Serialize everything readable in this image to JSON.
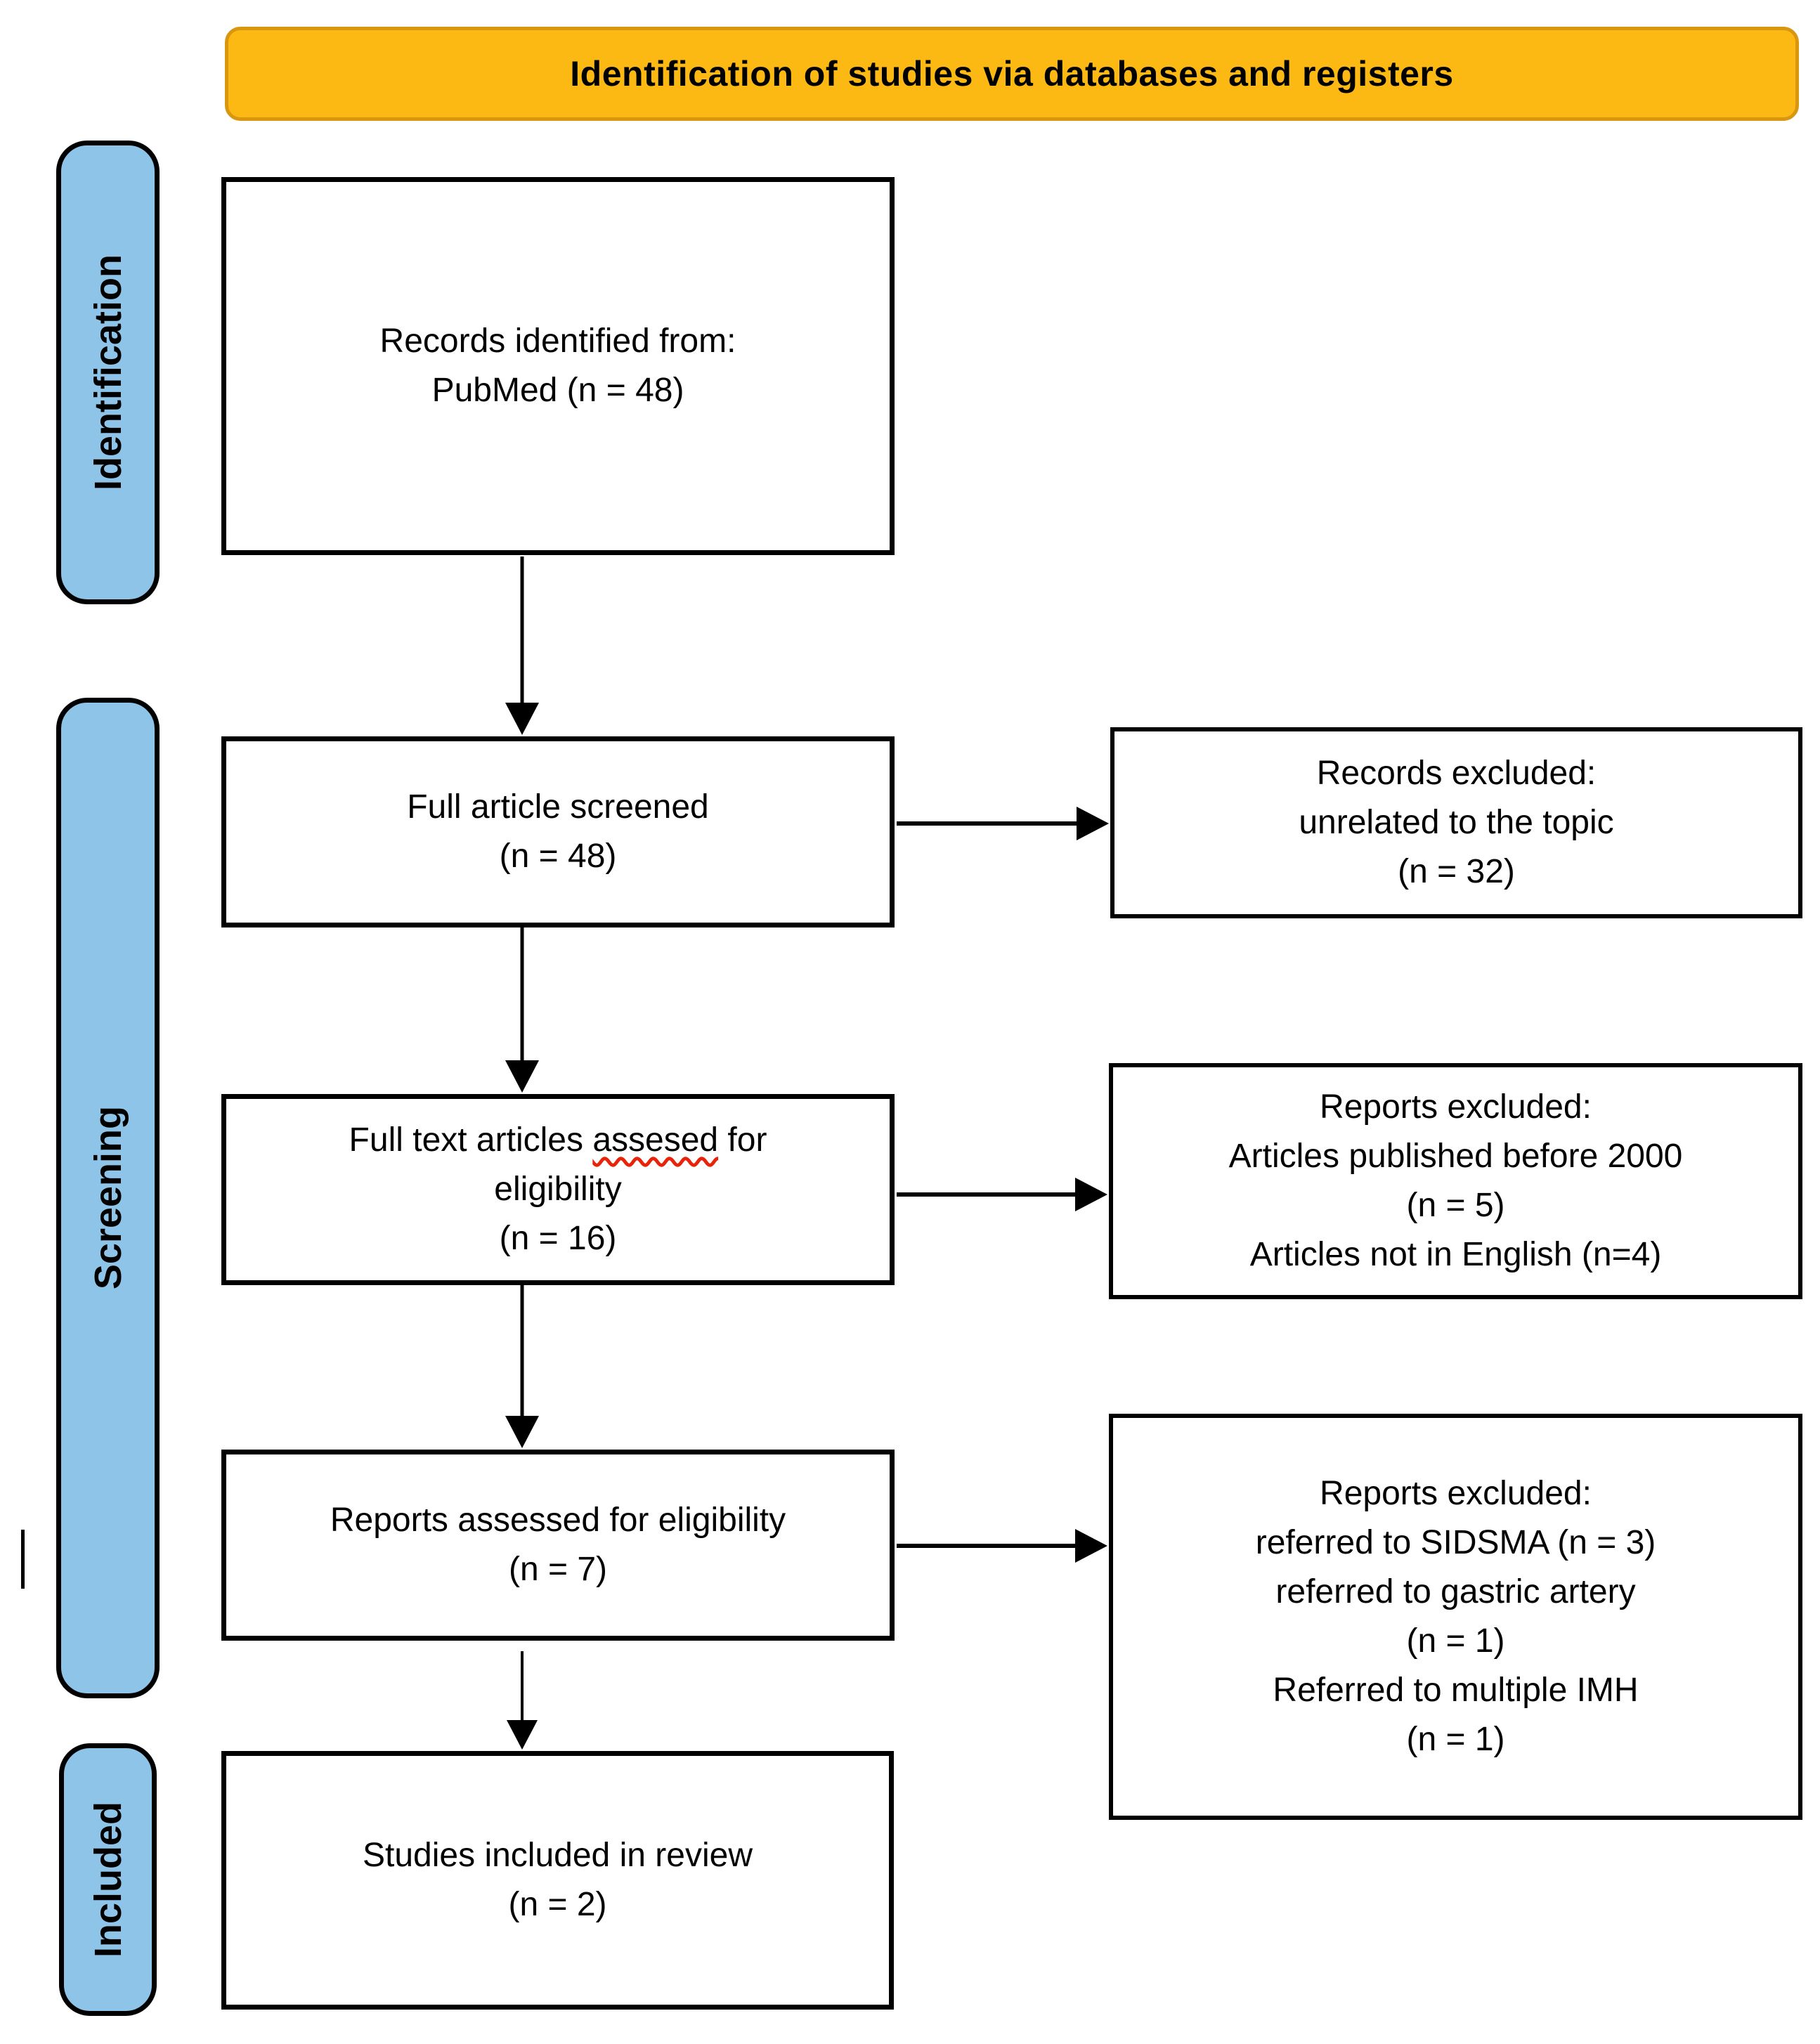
{
  "header": {
    "title": "Identification of studies via databases and registers"
  },
  "stage_labels": {
    "identification": "Identification",
    "screening": "Screening",
    "included": "Included"
  },
  "boxes": {
    "records_identified": {
      "line1": "Records identified from:",
      "line2": "PubMed (n = 48)"
    },
    "full_article_screened": {
      "line1": "Full article screened",
      "line2": "(n = 48)"
    },
    "fulltext_assessed": {
      "line1_pre": "Full text articles ",
      "line1_misspelled": "assesed",
      "line1_post": " for",
      "line2": "eligibility",
      "line3": "(n = 16)"
    },
    "reports_assessed": {
      "line1": "Reports assessed for eligibility",
      "line2": "(n = 7)"
    },
    "studies_included": {
      "line1": "Studies included in review",
      "line2": "(n = 2)"
    }
  },
  "exclusions": {
    "records_excluded": {
      "line1": "Records excluded:",
      "line2": "unrelated to the topic",
      "line3": "(n = 32)"
    },
    "reports_excluded_screening": {
      "line1": "Reports excluded:",
      "line2": "Articles published before 2000",
      "line3": "(n = 5)",
      "line4": "Articles not in English (n=4)"
    },
    "reports_excluded_eligibility": {
      "line1": "Reports excluded:",
      "line2": "referred to SIDSMA (n = 3)",
      "line3": "referred to gastric artery",
      "line4": "(n = 1)",
      "line5": "Referred to multiple IMH",
      "line6": "(n = 1)"
    }
  },
  "colors": {
    "banner_bg": "#FCB813",
    "banner_border": "#D9970F",
    "stage_bar_bg": "#8FC4E9",
    "box_border": "#000000",
    "spellcheck_underline": "#E8230A"
  }
}
